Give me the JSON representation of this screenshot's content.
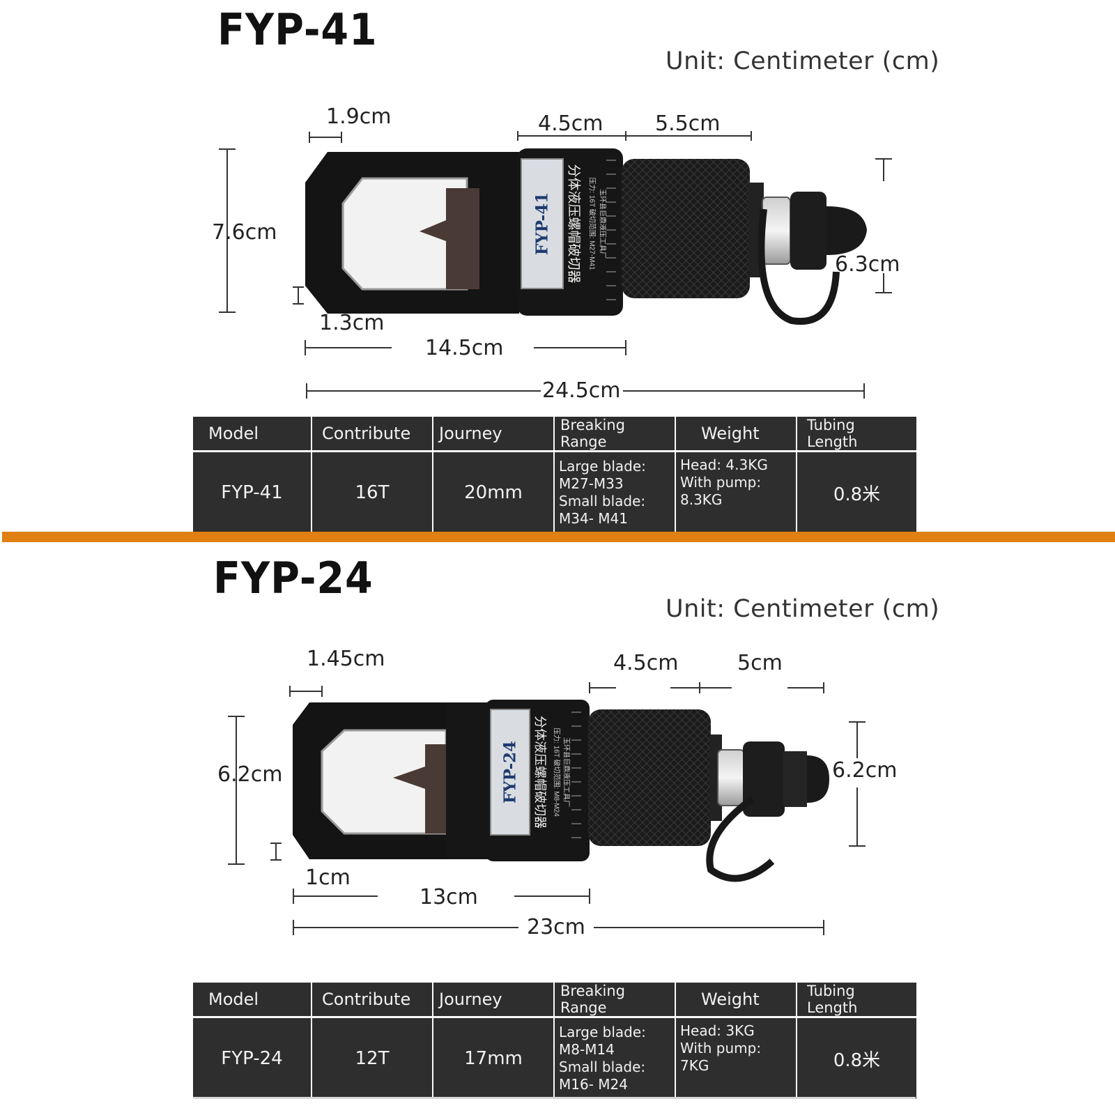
{
  "unit_label": "Unit: Centimeter (cm)",
  "sections": [
    {
      "title": "FYP-41",
      "label_model": "FYP-41",
      "label_cn": "分体液压螺帽破切器",
      "label_spec": "压力: 16T  破切范围: M27-M41",
      "label_maker": "玉环县巨鼎液压工具厂",
      "dimensions": {
        "blade_thickness": "1.9cm",
        "neck": "4.5cm",
        "grip": "5.5cm",
        "head_height": "7.6cm",
        "coupler_height": "6.3cm",
        "gap": "1.3cm",
        "head_length": "14.5cm",
        "total_length": "24.5cm"
      },
      "table": {
        "headers": [
          "Model",
          "Contribute",
          "Journey",
          "Breaking\nRange",
          "Weight",
          "Tubing\nLength"
        ],
        "row": {
          "model": "FYP-41",
          "contribute": "16T",
          "journey": "20mm",
          "breaking_range": [
            "Large blade:",
            "M27-M33",
            "Small blade:",
            "M34- M41"
          ],
          "weight": [
            "Head: 4.3KG",
            "With pump:",
            "8.3KG"
          ],
          "tubing_length": "0.8米"
        }
      }
    },
    {
      "title": "FYP-24",
      "label_model": "FYP-24",
      "label_cn": "分体液压螺帽破切器",
      "label_spec": "压力: 16T  破切范围: M8-M24",
      "label_maker": "玉环县巨鼎液压工具厂",
      "dimensions": {
        "blade_thickness": "1.45cm",
        "neck": "4.5cm",
        "grip": "5cm",
        "head_height": "6.2cm",
        "coupler_height": "6.2cm",
        "gap": "1cm",
        "head_length": "13cm",
        "total_length": "23cm"
      },
      "table": {
        "headers": [
          "Model",
          "Contribute",
          "Journey",
          "Breaking\nRange",
          "Weight",
          "Tubing\nLength"
        ],
        "row": {
          "model": "FYP-24",
          "contribute": "12T",
          "journey": "17mm",
          "breaking_range": [
            "Large blade:",
            "M8-M14",
            "Small blade:",
            "M16- M24"
          ],
          "weight": [
            "Head: 3KG",
            "With pump:",
            "7KG"
          ],
          "tubing_length": "0.8米"
        }
      }
    }
  ],
  "colors": {
    "divider": "#e07f12",
    "table_bg": "#2e2e2e",
    "tool_body": "#141414",
    "blade": "#4a3a35"
  }
}
